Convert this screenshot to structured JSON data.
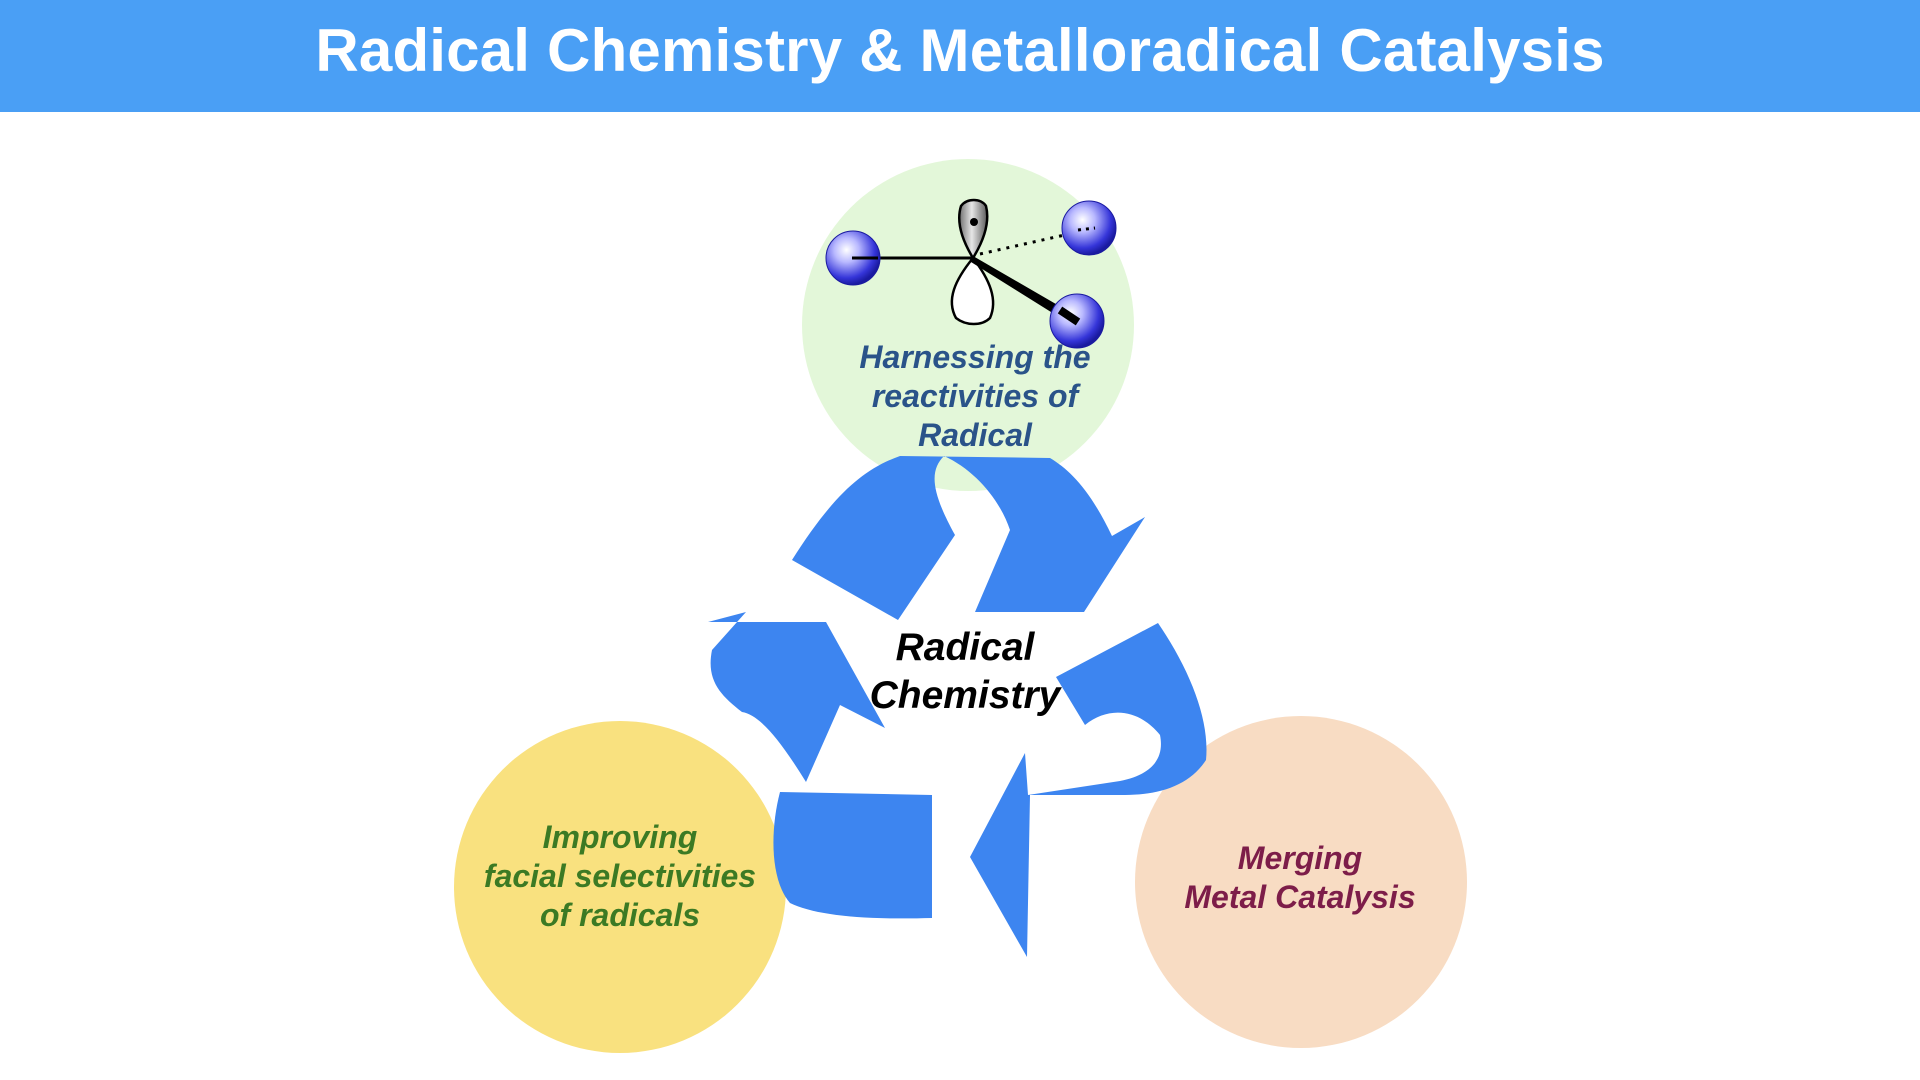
{
  "header": {
    "title": "Radical Chemistry & Metalloradical Catalysis"
  },
  "center": {
    "lines": [
      "Radical",
      "Chemistry"
    ]
  },
  "nodes": {
    "top": {
      "lines": [
        "Harnessing the",
        "reactivities of",
        "Radical"
      ],
      "fill": "#e3f7d9",
      "text_color": "#2a5389"
    },
    "left": {
      "lines": [
        "Improving",
        "facial selectivities",
        "of radicals"
      ],
      "fill": "#f9e17f",
      "text_color": "#3c7a24"
    },
    "right": {
      "lines": [
        "Merging",
        "Metal Catalysis"
      ],
      "fill": "#f8dcc3",
      "text_color": "#7d1d49"
    }
  },
  "colors": {
    "header_bar": "#4a9ff5",
    "arrows": "#3d85f0",
    "substituent_spheres": "#3535d9"
  },
  "icons": {
    "cycle": "recycle-arrows-icon",
    "molecule": "radical-p-orbital-icon"
  }
}
